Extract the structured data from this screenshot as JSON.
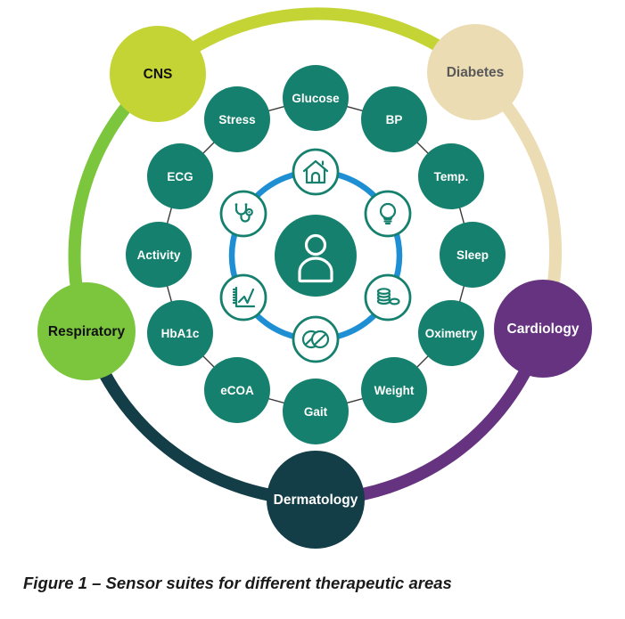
{
  "figure": {
    "caption": "Figure 1 – Sensor suites for different therapeutic areas"
  },
  "diagram": {
    "therapies": [
      {
        "label": "CNS",
        "color": "#C3D434",
        "text_color": "#111111"
      },
      {
        "label": "Diabetes",
        "color": "#ECDCB4",
        "text_color": "#595959"
      },
      {
        "label": "Cardiology",
        "color": "#663380",
        "text_color": "#FFFFFF"
      },
      {
        "label": "Dermatology",
        "color": "#133E47",
        "text_color": "#FFFFFF"
      },
      {
        "label": "Respiratory",
        "color": "#7CC63E",
        "text_color": "#111111"
      }
    ],
    "arcs": [
      {
        "from": "CNS",
        "to": "Diabetes",
        "color": "#C3D434"
      },
      {
        "from": "Diabetes",
        "to": "Cardiology",
        "color": "#ECDCB4"
      },
      {
        "from": "Cardiology",
        "to": "Dermatology",
        "color": "#663380"
      },
      {
        "from": "Dermatology",
        "to": "Respiratory",
        "color": "#133E47"
      },
      {
        "from": "Respiratory",
        "to": "CNS",
        "color": "#7CC63E"
      }
    ],
    "sensors": [
      {
        "label": "Glucose"
      },
      {
        "label": "BP"
      },
      {
        "label": "Temp."
      },
      {
        "label": "Sleep"
      },
      {
        "label": "Oximetry"
      },
      {
        "label": "Weight"
      },
      {
        "label": "Gait"
      },
      {
        "label": "eCOA"
      },
      {
        "label": "HbA1c"
      },
      {
        "label": "Activity"
      },
      {
        "label": "ECG"
      },
      {
        "label": "Stress"
      }
    ],
    "sensor_color": "#15806E",
    "sensor_text_color": "#FFFFFF",
    "inner_ring_color": "#1F8FD4",
    "center_color": "#15806E",
    "inner_icons": [
      "home-icon",
      "lightbulb-icon",
      "coins-icon",
      "pills-icon",
      "line-chart-icon",
      "stethoscope-icon",
      "person-icon"
    ]
  }
}
